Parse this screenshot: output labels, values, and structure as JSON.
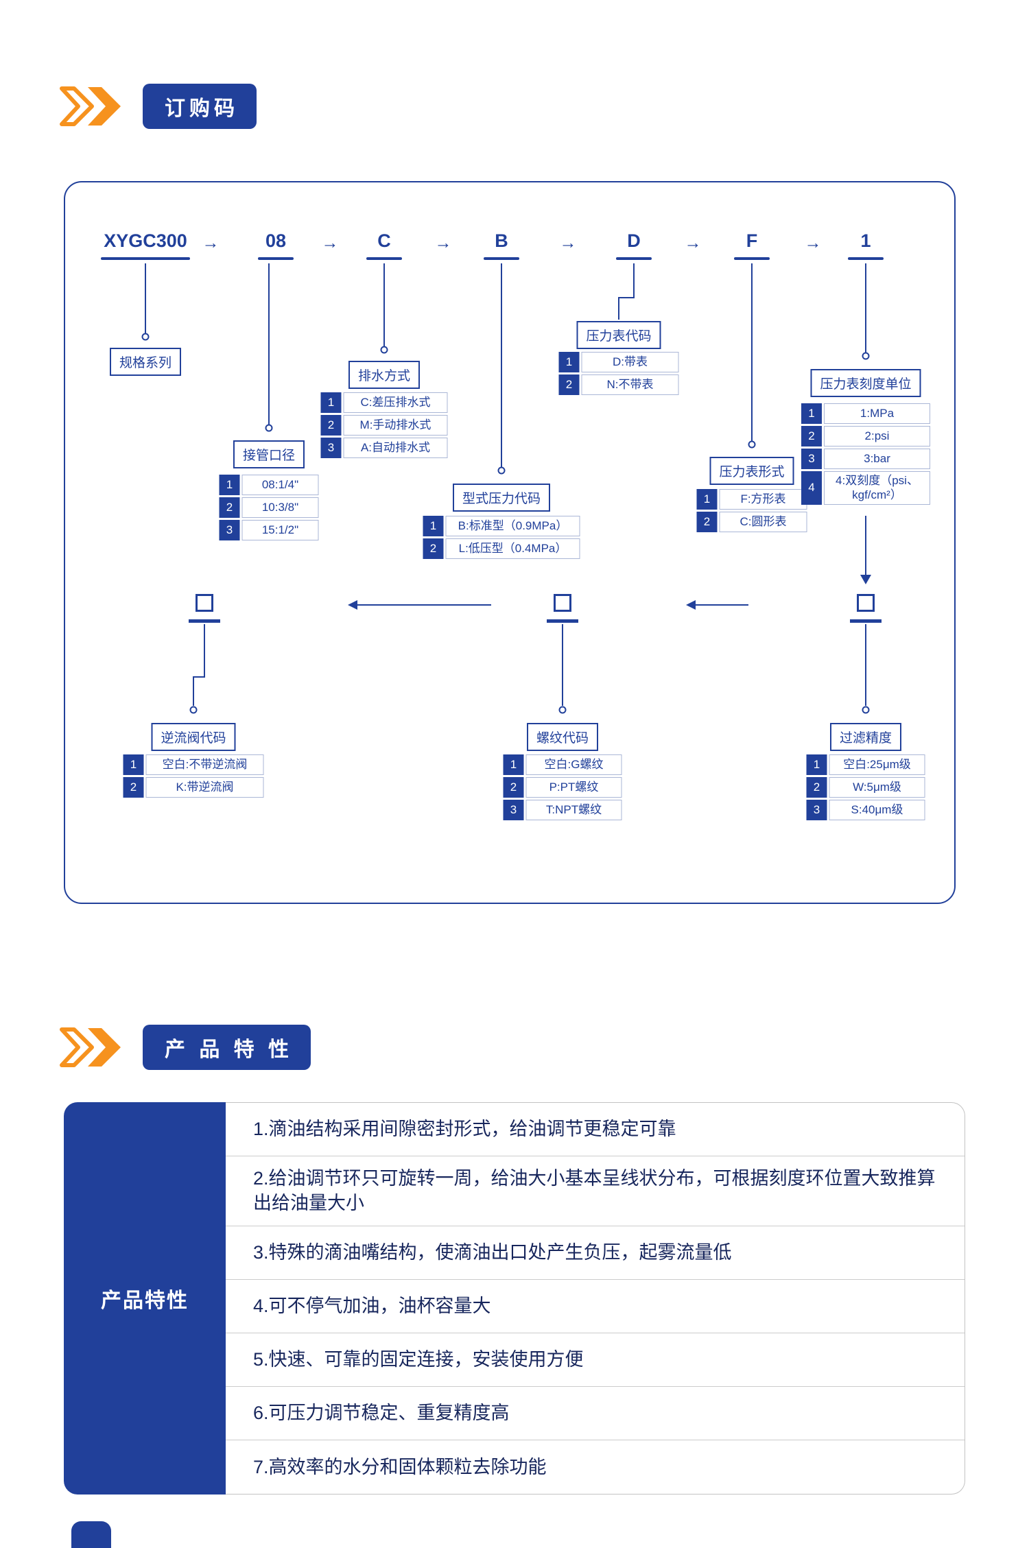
{
  "colors": {
    "navy": "#21409a",
    "orange": "#f6921e",
    "feature_text": "#17265c"
  },
  "icons": {
    "section_marker": "double-chevron-right-icon"
  },
  "sections": {
    "order_code": {
      "title": "订购码"
    },
    "features": {
      "title": "产 品 特 性"
    }
  },
  "diagram": {
    "arrow": "→",
    "codes": [
      "XYGC300",
      "08",
      "C",
      "B",
      "D",
      "F",
      "1"
    ],
    "groups": [
      {
        "label": "规格系列",
        "rows": []
      },
      {
        "label": "接管口径",
        "rows": [
          {
            "num": "1",
            "text": "08:1/4\""
          },
          {
            "num": "2",
            "text": "10:3/8\""
          },
          {
            "num": "3",
            "text": "15:1/2\""
          }
        ]
      },
      {
        "label": "排水方式",
        "rows": [
          {
            "num": "1",
            "text": "C:差压排水式"
          },
          {
            "num": "2",
            "text": "M:手动排水式"
          },
          {
            "num": "3",
            "text": "A:自动排水式"
          }
        ]
      },
      {
        "label": "型式压力代码",
        "rows": [
          {
            "num": "1",
            "text": "B:标准型（0.9MPa）"
          },
          {
            "num": "2",
            "text": "L:低压型（0.4MPa）"
          }
        ]
      },
      {
        "label": "压力表代码",
        "rows": [
          {
            "num": "1",
            "text": "D:带表"
          },
          {
            "num": "2",
            "text": "N:不带表"
          }
        ]
      },
      {
        "label": "压力表形式",
        "rows": [
          {
            "num": "1",
            "text": "F:方形表"
          },
          {
            "num": "2",
            "text": "C:圆形表"
          }
        ]
      },
      {
        "label": "压力表刻度单位",
        "rows": [
          {
            "num": "1",
            "text": "1:MPa"
          },
          {
            "num": "2",
            "text": "2:psi"
          },
          {
            "num": "3",
            "text": "3:bar"
          },
          {
            "num": "4",
            "text": "4:双刻度（psi、kgf/cm²）"
          }
        ]
      },
      {
        "label": "逆流阀代码",
        "rows": [
          {
            "num": "1",
            "text": "空白:不带逆流阀"
          },
          {
            "num": "2",
            "text": "K:带逆流阀"
          }
        ]
      },
      {
        "label": "螺纹代码",
        "rows": [
          {
            "num": "1",
            "text": "空白:G螺纹"
          },
          {
            "num": "2",
            "text": "P:PT螺纹"
          },
          {
            "num": "3",
            "text": "T:NPT螺纹"
          }
        ]
      },
      {
        "label": "过滤精度",
        "rows": [
          {
            "num": "1",
            "text": "空白:25μm级"
          },
          {
            "num": "2",
            "text": "W:5μm级"
          },
          {
            "num": "3",
            "text": "S:40μm级"
          }
        ]
      }
    ]
  },
  "features": {
    "header": "产品特性",
    "items": [
      "1.滴油结构采用间隙密封形式，给油调节更稳定可靠",
      "2.给油调节环只可旋转一周，给油大小基本呈线状分布，可根据刻度环位置大致推算出给油量大小",
      "3.特殊的滴油嘴结构，使滴油出口处产生负压，起雾流量低",
      "4.可不停气加油，油杯容量大",
      "5.快速、可靠的固定连接，安装使用方便",
      "6.可压力调节稳定、重复精度高",
      "7.高效率的水分和固体颗粒去除功能"
    ]
  }
}
